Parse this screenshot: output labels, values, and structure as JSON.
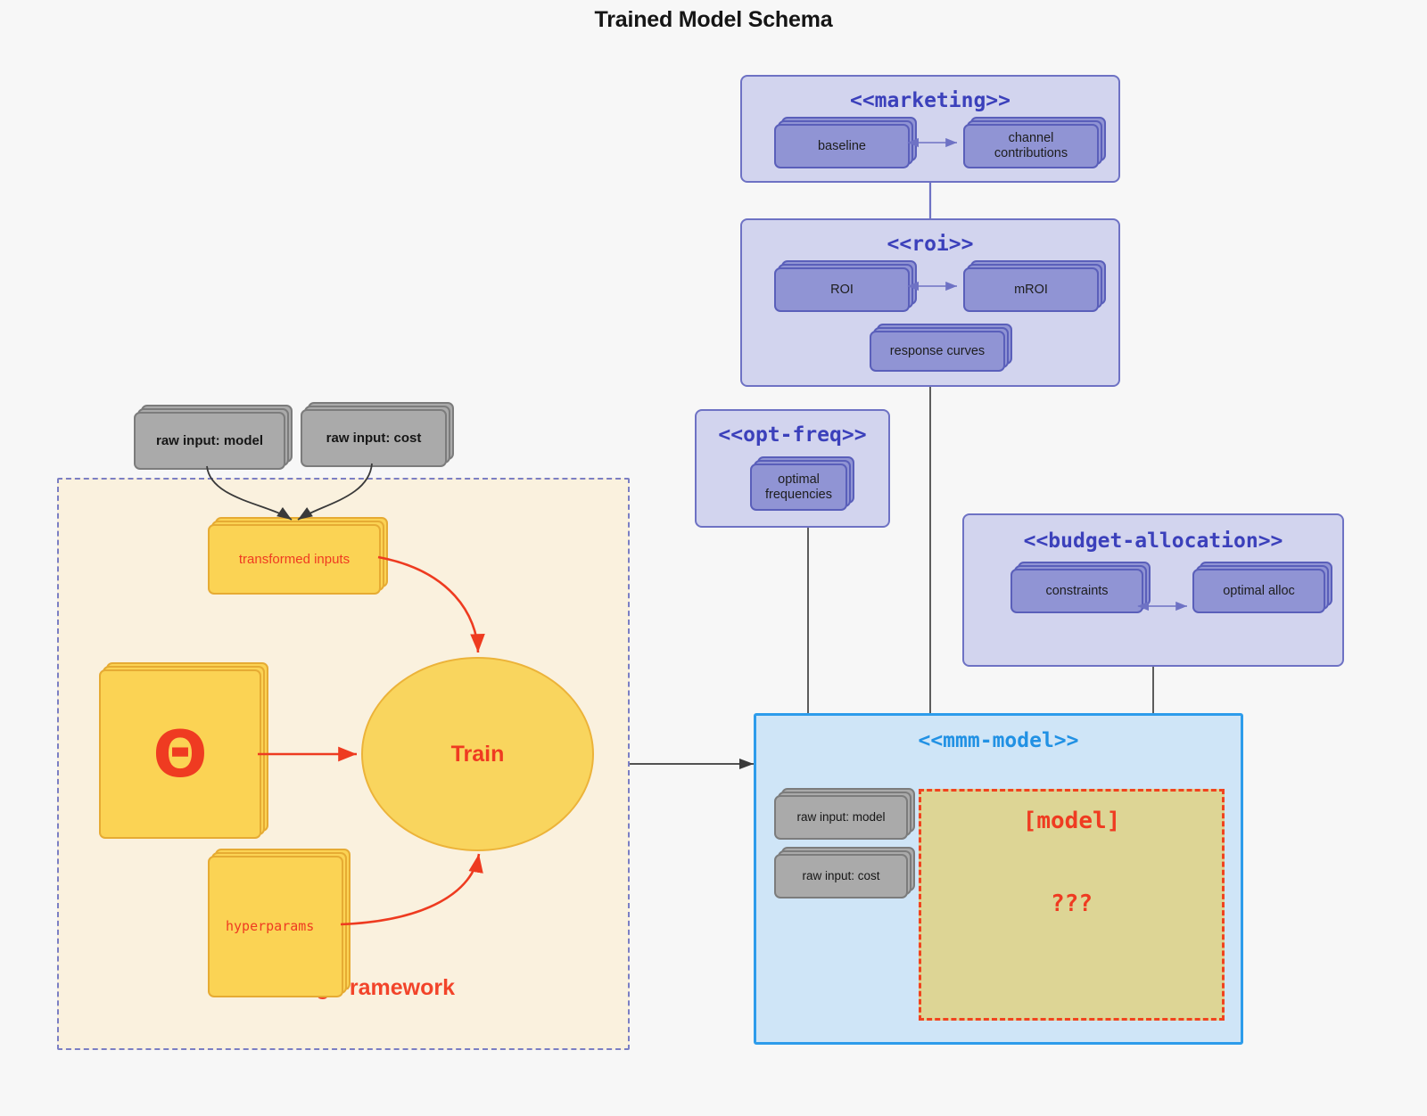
{
  "title": "Trained Model Schema",
  "packages": {
    "marketing": {
      "title": "<<marketing>>",
      "nodes": [
        {
          "label": "baseline"
        },
        {
          "label": "channel contributions"
        }
      ]
    },
    "roi": {
      "title": "<<roi>>",
      "nodes": [
        {
          "label": "ROI"
        },
        {
          "label": "mROI"
        },
        {
          "label": "response curves"
        }
      ]
    },
    "opt_freq": {
      "title": "<<opt-freq>>",
      "nodes": [
        {
          "label": "optimal\nfrequencies",
          "line1": "optimal",
          "line2": "frequencies"
        }
      ]
    },
    "budget_allocation": {
      "title": "<<budget-allocation>>",
      "nodes": [
        {
          "label": "constraints"
        },
        {
          "label": "optimal alloc"
        }
      ]
    },
    "mmm_model": {
      "title": "<<mmm-model>>",
      "nodes": [
        {
          "label": "raw input: model"
        },
        {
          "label": "raw input: cost"
        }
      ],
      "placeholder": {
        "title": "[model]",
        "subtitle": "???"
      }
    }
  },
  "framework": {
    "label": "Modeling Framework",
    "raw_inputs": [
      {
        "label": "raw input: model"
      },
      {
        "label": "raw input: cost"
      }
    ],
    "nodes": {
      "transformed_inputs": "transformed inputs",
      "theta": "Θ",
      "hyperparams": "hyperparams",
      "train": "Train"
    }
  },
  "colors": {
    "page_background": "#f7f7f7",
    "package_fill": "#d2d4ee",
    "package_border": "#6e72c4",
    "package_title_text": "#3b40bb",
    "node_purple_fill": "#9094d4",
    "node_purple_border": "#5a5fba",
    "node_grey_fill": "#aaaaaa",
    "node_grey_border": "#7c7c7c",
    "node_yellow_fill": "#fbd354",
    "node_yellow_border": "#e6ab33",
    "framework_fill": "#faf1de",
    "framework_border": "#7b7fc4",
    "accent_red": "#ef3b21",
    "mmm_fill": "#cfe5f7",
    "mmm_border": "#2d9ceb",
    "mmm_title_text": "#2191e4",
    "model_placeholder_fill": "#ddd595",
    "model_placeholder_border": "#f1431f",
    "edge_grey": "#4a4a4a",
    "edge_purple": "#6e72c4"
  }
}
